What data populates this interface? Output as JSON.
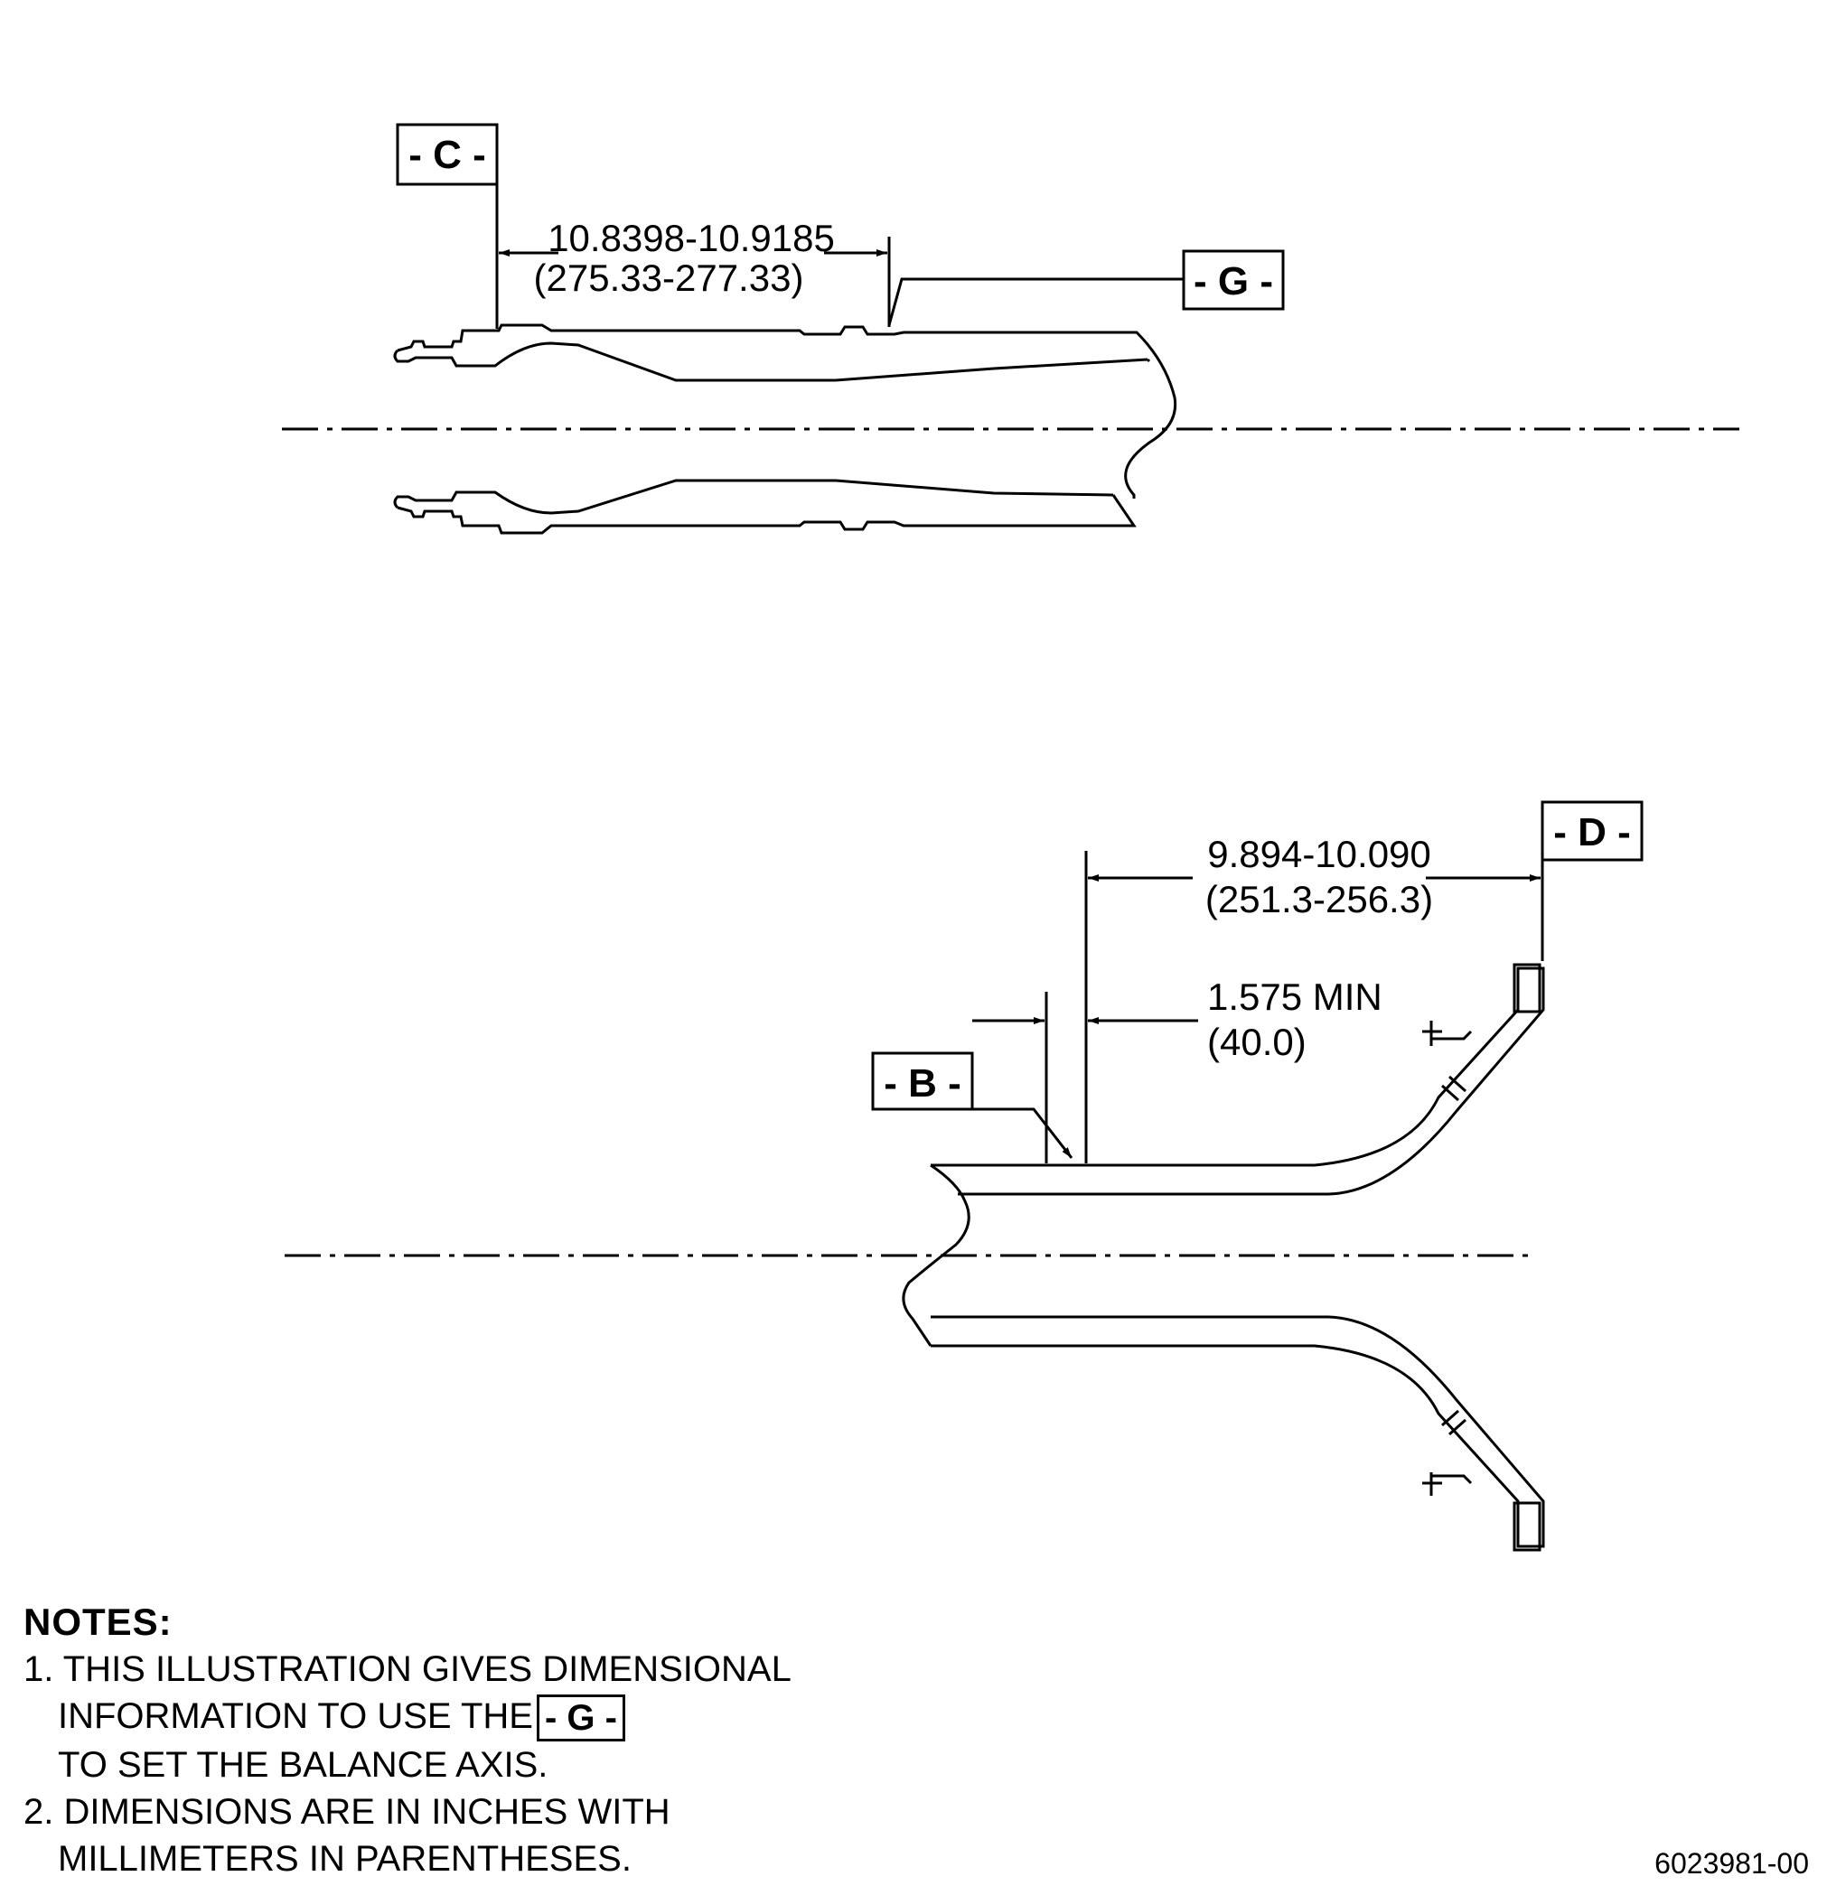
{
  "datums": {
    "c": "- C -",
    "g": "- G -",
    "b": "- B -",
    "d": "- D -"
  },
  "top_view": {
    "dimension_in": "10.8398-10.9185",
    "dimension_mm": "(275.33-277.33)"
  },
  "bottom_view": {
    "dimension_in": "9.894-10.090",
    "dimension_mm": "(251.3-256.3)",
    "min_in": "1.575 MIN",
    "min_mm": "(40.0)"
  },
  "notes": {
    "title": "NOTES:",
    "note1_line1": "1. THIS ILLUSTRATION GIVES DIMENSIONAL",
    "note1_line2": "INFORMATION TO USE THE",
    "note1_datum": "- G -",
    "note1_line3": "TO SET THE BALANCE AXIS.",
    "note2_line1": "2. DIMENSIONS ARE IN INCHES WITH",
    "note2_line2": "MILLIMETERS IN PARENTHESES."
  },
  "drawing_number": "6023981-00"
}
